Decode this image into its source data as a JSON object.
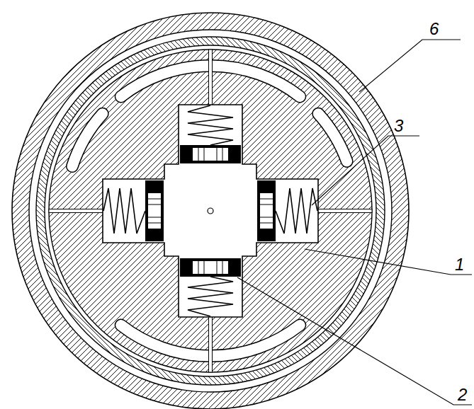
{
  "diagram": {
    "labels": [
      "6",
      "3",
      "1",
      "2"
    ]
  }
}
